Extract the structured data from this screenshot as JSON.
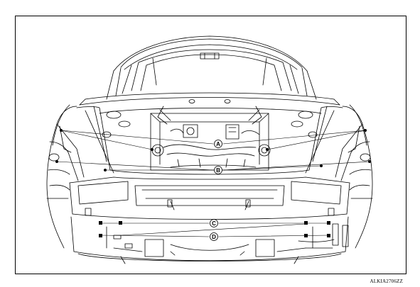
{
  "figure": {
    "code": "ALKIA2706ZZ",
    "line_color": "#000000",
    "background": "#ffffff"
  },
  "callouts": [
    {
      "id": "A",
      "label": "A"
    },
    {
      "id": "B",
      "label": "B"
    },
    {
      "id": "C",
      "label": "C"
    },
    {
      "id": "D",
      "label": "D"
    }
  ]
}
